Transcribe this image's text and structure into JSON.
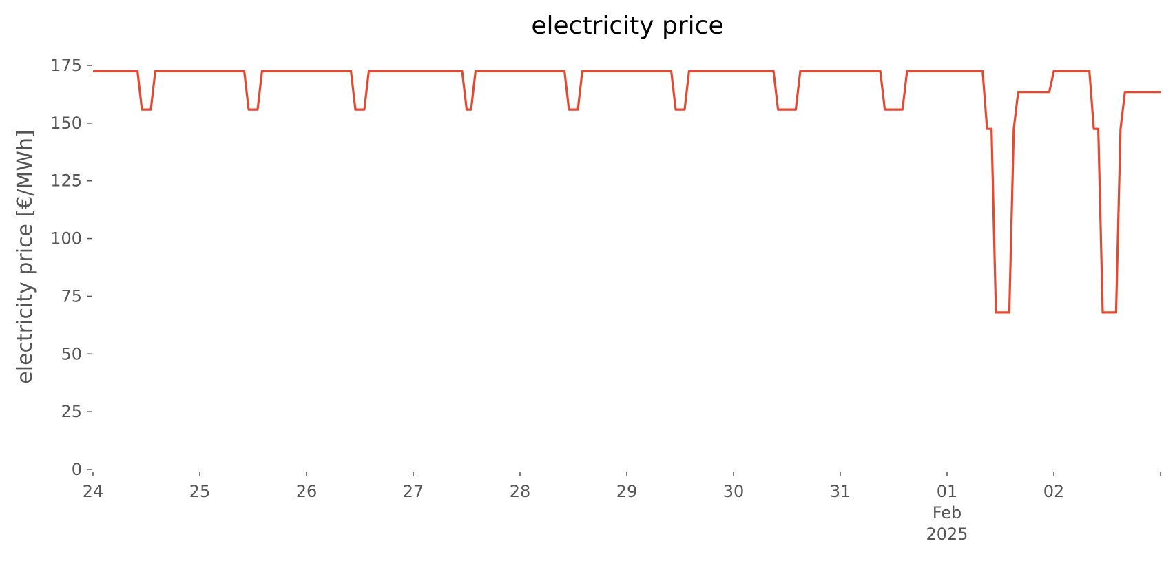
{
  "chart_data": {
    "type": "line",
    "title": "electricity price",
    "xlabel": "",
    "ylabel": "electricity price [€/MWh]",
    "ylim": [
      0,
      175
    ],
    "xlim": [
      "2025-01-24 00:00",
      "2025-02-02 23:00"
    ],
    "grid": false,
    "legend": "none",
    "y_ticks": [
      0,
      25,
      50,
      75,
      100,
      125,
      150,
      175
    ],
    "x_ticks": [
      {
        "x": "2025-01-24 00:00",
        "lines": [
          "24"
        ]
      },
      {
        "x": "2025-01-25 00:00",
        "lines": [
          "25"
        ]
      },
      {
        "x": "2025-01-26 00:00",
        "lines": [
          "26"
        ]
      },
      {
        "x": "2025-01-27 00:00",
        "lines": [
          "27"
        ]
      },
      {
        "x": "2025-01-28 00:00",
        "lines": [
          "28"
        ]
      },
      {
        "x": "2025-01-29 00:00",
        "lines": [
          "29"
        ]
      },
      {
        "x": "2025-01-30 00:00",
        "lines": [
          "30"
        ]
      },
      {
        "x": "2025-01-31 00:00",
        "lines": [
          "31"
        ]
      },
      {
        "x": "2025-02-01 00:00",
        "lines": [
          "01",
          "Feb",
          "2025"
        ]
      },
      {
        "x": "2025-02-02 00:00",
        "lines": [
          "02"
        ]
      }
    ],
    "series": [
      {
        "color": "#E24A33",
        "points": [
          [
            "2025-01-24 00:00",
            172.5
          ],
          [
            "2025-01-24 10:00",
            172.5
          ],
          [
            "2025-01-24 11:00",
            155.9
          ],
          [
            "2025-01-24 13:00",
            155.9
          ],
          [
            "2025-01-24 14:00",
            172.5
          ],
          [
            "2025-01-25 10:00",
            172.5
          ],
          [
            "2025-01-25 11:00",
            155.9
          ],
          [
            "2025-01-25 13:00",
            155.9
          ],
          [
            "2025-01-25 14:00",
            172.5
          ],
          [
            "2025-01-26 10:00",
            172.5
          ],
          [
            "2025-01-26 11:00",
            155.9
          ],
          [
            "2025-01-26 13:00",
            155.9
          ],
          [
            "2025-01-26 14:00",
            172.5
          ],
          [
            "2025-01-27 11:00",
            172.5
          ],
          [
            "2025-01-27 12:00",
            155.9
          ],
          [
            "2025-01-27 13:00",
            155.9
          ],
          [
            "2025-01-27 14:00",
            172.5
          ],
          [
            "2025-01-28 10:00",
            172.5
          ],
          [
            "2025-01-28 11:00",
            155.9
          ],
          [
            "2025-01-28 13:00",
            155.9
          ],
          [
            "2025-01-28 14:00",
            172.5
          ],
          [
            "2025-01-29 10:00",
            172.5
          ],
          [
            "2025-01-29 11:00",
            155.9
          ],
          [
            "2025-01-29 13:00",
            155.9
          ],
          [
            "2025-01-29 14:00",
            172.5
          ],
          [
            "2025-01-30 09:00",
            172.5
          ],
          [
            "2025-01-30 10:00",
            155.9
          ],
          [
            "2025-01-30 14:00",
            155.9
          ],
          [
            "2025-01-30 15:00",
            172.5
          ],
          [
            "2025-01-31 09:00",
            172.5
          ],
          [
            "2025-01-31 10:00",
            155.9
          ],
          [
            "2025-01-31 14:00",
            155.9
          ],
          [
            "2025-01-31 15:00",
            172.5
          ],
          [
            "2025-02-01 08:00",
            172.5
          ],
          [
            "2025-02-01 09:00",
            147.5
          ],
          [
            "2025-02-01 10:00",
            147.5
          ],
          [
            "2025-02-01 11:00",
            68.0
          ],
          [
            "2025-02-01 14:00",
            68.0
          ],
          [
            "2025-02-01 15:00",
            147.5
          ],
          [
            "2025-02-01 16:00",
            163.5
          ],
          [
            "2025-02-01 23:00",
            163.5
          ],
          [
            "2025-02-02 00:00",
            172.5
          ],
          [
            "2025-02-02 08:00",
            172.5
          ],
          [
            "2025-02-02 09:00",
            147.5
          ],
          [
            "2025-02-02 10:00",
            147.5
          ],
          [
            "2025-02-02 11:00",
            68.0
          ],
          [
            "2025-02-02 14:00",
            68.0
          ],
          [
            "2025-02-02 15:00",
            147.5
          ],
          [
            "2025-02-02 16:00",
            163.5
          ],
          [
            "2025-02-02 23:00",
            163.5
          ]
        ]
      }
    ]
  }
}
